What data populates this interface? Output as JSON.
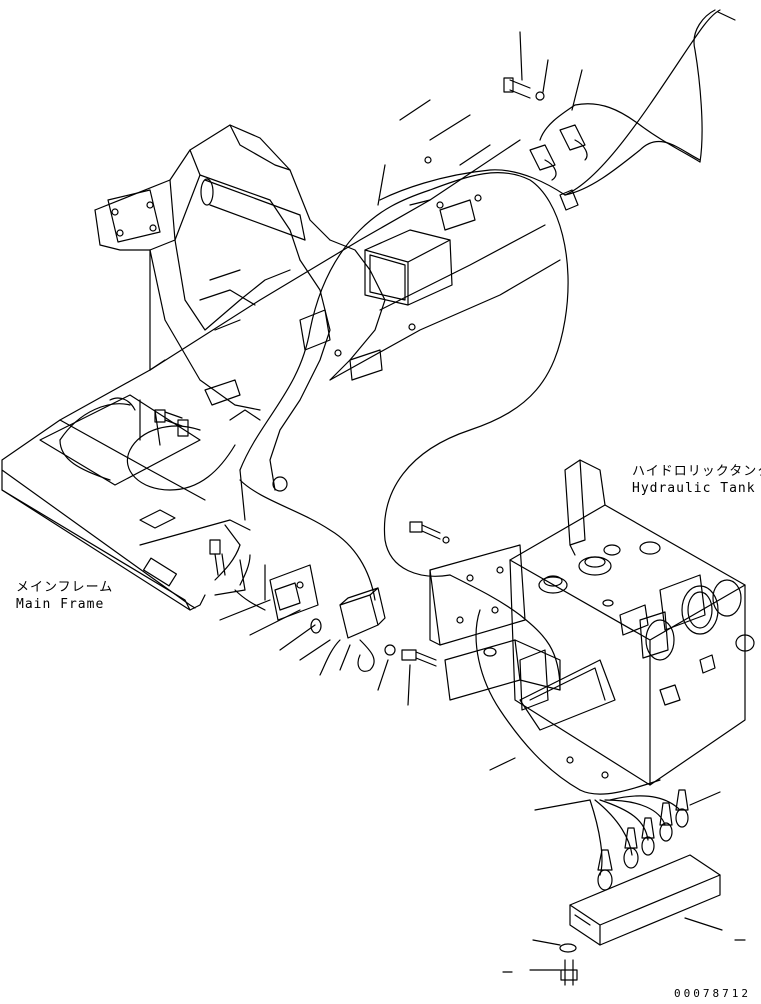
{
  "labels": {
    "hydraulic_tank_jp": "ハイドロリックタンク",
    "hydraulic_tank_en": "Hydraulic Tank",
    "main_frame_jp": "メインフレーム",
    "main_frame_en": "Main Frame"
  },
  "document_number": "00078712",
  "colors": {
    "line": "#000000",
    "background": "#ffffff"
  }
}
